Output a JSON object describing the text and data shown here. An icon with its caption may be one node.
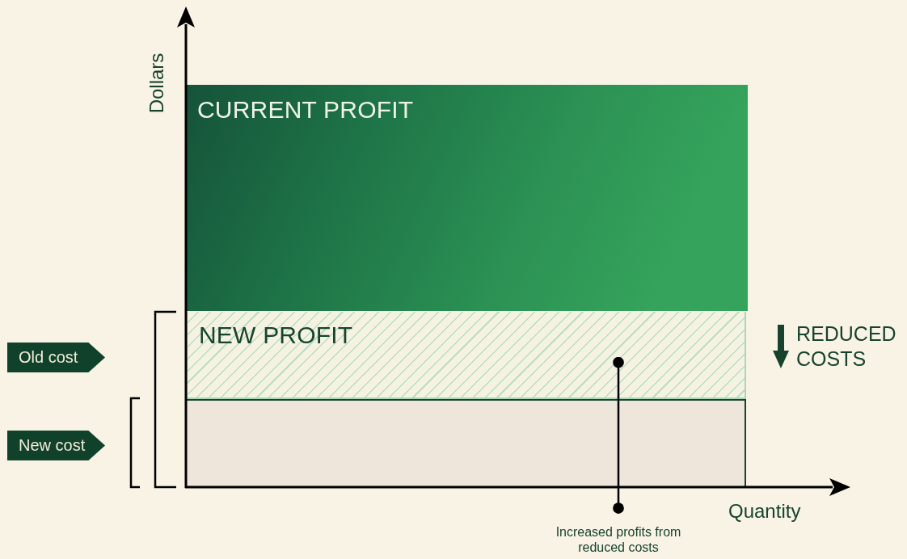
{
  "diagram": {
    "nodes": [
      {
        "text": [
          "CURRENT PROFIT"
        ]
      },
      {
        "text": [
          "NEW PROFIT"
        ]
      },
      {
        "text": [],
        "shape": "box"
      },
      {
        "text": [
          "Old cost"
        ]
      },
      {
        "text": [
          "New cost"
        ]
      },
      {
        "text": [
          "Increased profits from reduced costs"
        ]
      }
    ],
    "edges": [
      {
        "from": 5,
        "to": 1,
        "arrow": "other"
      }
    ],
    "labels": [
      "Dollars",
      "REDUCED COSTS",
      "Quantity"
    ]
  }
}
